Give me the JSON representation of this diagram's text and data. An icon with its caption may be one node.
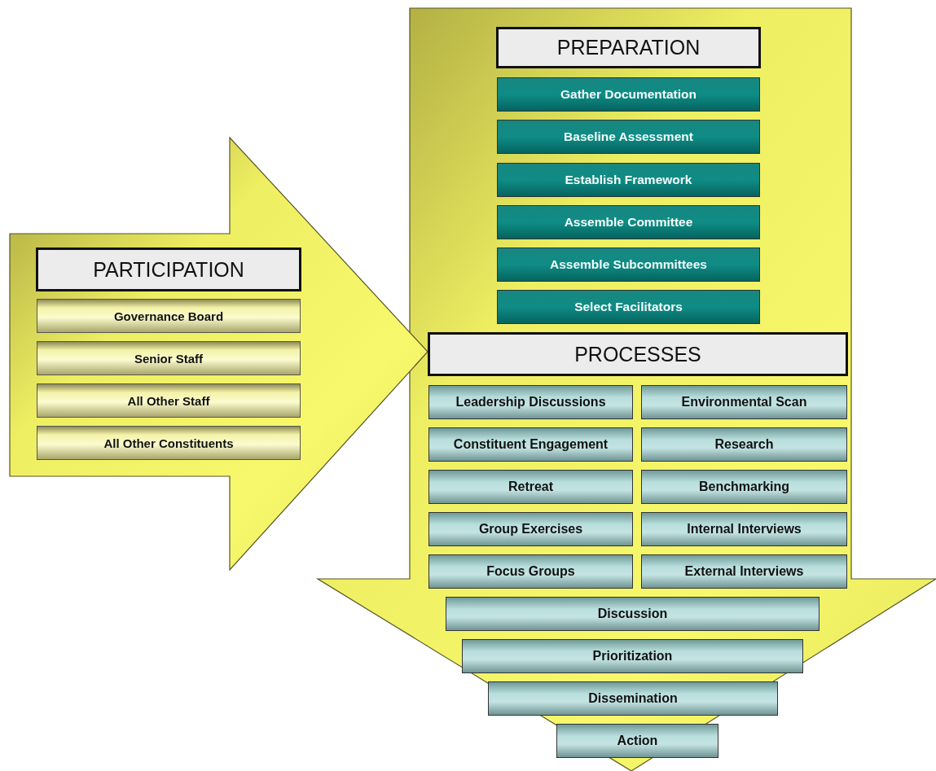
{
  "diagram": {
    "nodes": [
      {
        "text": [],
        "shape": "arrow"
      },
      {
        "text": [
          "PARTICIPATION"
        ],
        "in": 0
      },
      {
        "text": [
          "Governance Board"
        ],
        "in": 0
      },
      {
        "text": [
          "Senior Staff"
        ],
        "in": 0
      },
      {
        "text": [
          "All Other Staff"
        ],
        "in": 0
      },
      {
        "text": [
          "All Other Constituents"
        ],
        "in": 0
      },
      {
        "text": [],
        "shape": "arrow"
      },
      {
        "text": [
          "PREPARATION"
        ],
        "in": 6
      },
      {
        "text": [
          "Gather Documentation"
        ],
        "in": 6
      },
      {
        "text": [
          "Baseline Assessment"
        ],
        "in": 6
      },
      {
        "text": [
          "Establish Framework"
        ],
        "in": 6
      },
      {
        "text": [
          "Assemble Committee"
        ],
        "in": 6
      },
      {
        "text": [
          "Assemble Subcommittees"
        ],
        "in": 6
      },
      {
        "text": [
          "Select Facilitators"
        ],
        "in": 6
      },
      {
        "text": [
          "PROCESSES"
        ],
        "in": 6
      },
      {
        "text": [
          "Leadership Discussions"
        ],
        "in": 6
      },
      {
        "text": [
          "Environmental Scan"
        ],
        "in": 6
      },
      {
        "text": [
          "Constituent Engagement"
        ],
        "in": 6
      },
      {
        "text": [
          "Research"
        ],
        "in": 6
      },
      {
        "text": [
          "Retreat"
        ],
        "in": 6
      },
      {
        "text": [
          "Benchmarking"
        ],
        "in": 6
      },
      {
        "text": [
          "Group Exercises"
        ],
        "in": 6
      },
      {
        "text": [
          "Internal Interviews"
        ],
        "in": 6
      },
      {
        "text": [
          "Focus Groups"
        ],
        "in": 6
      },
      {
        "text": [
          "External Interviews"
        ],
        "in": 6
      },
      {
        "text": [
          "Discussion"
        ],
        "in": 6
      },
      {
        "text": [
          "Prioritization"
        ],
        "in": 6
      },
      {
        "text": [
          "Dissemination"
        ],
        "in": 6
      },
      {
        "text": [
          "Action"
        ],
        "in": 6
      }
    ]
  }
}
